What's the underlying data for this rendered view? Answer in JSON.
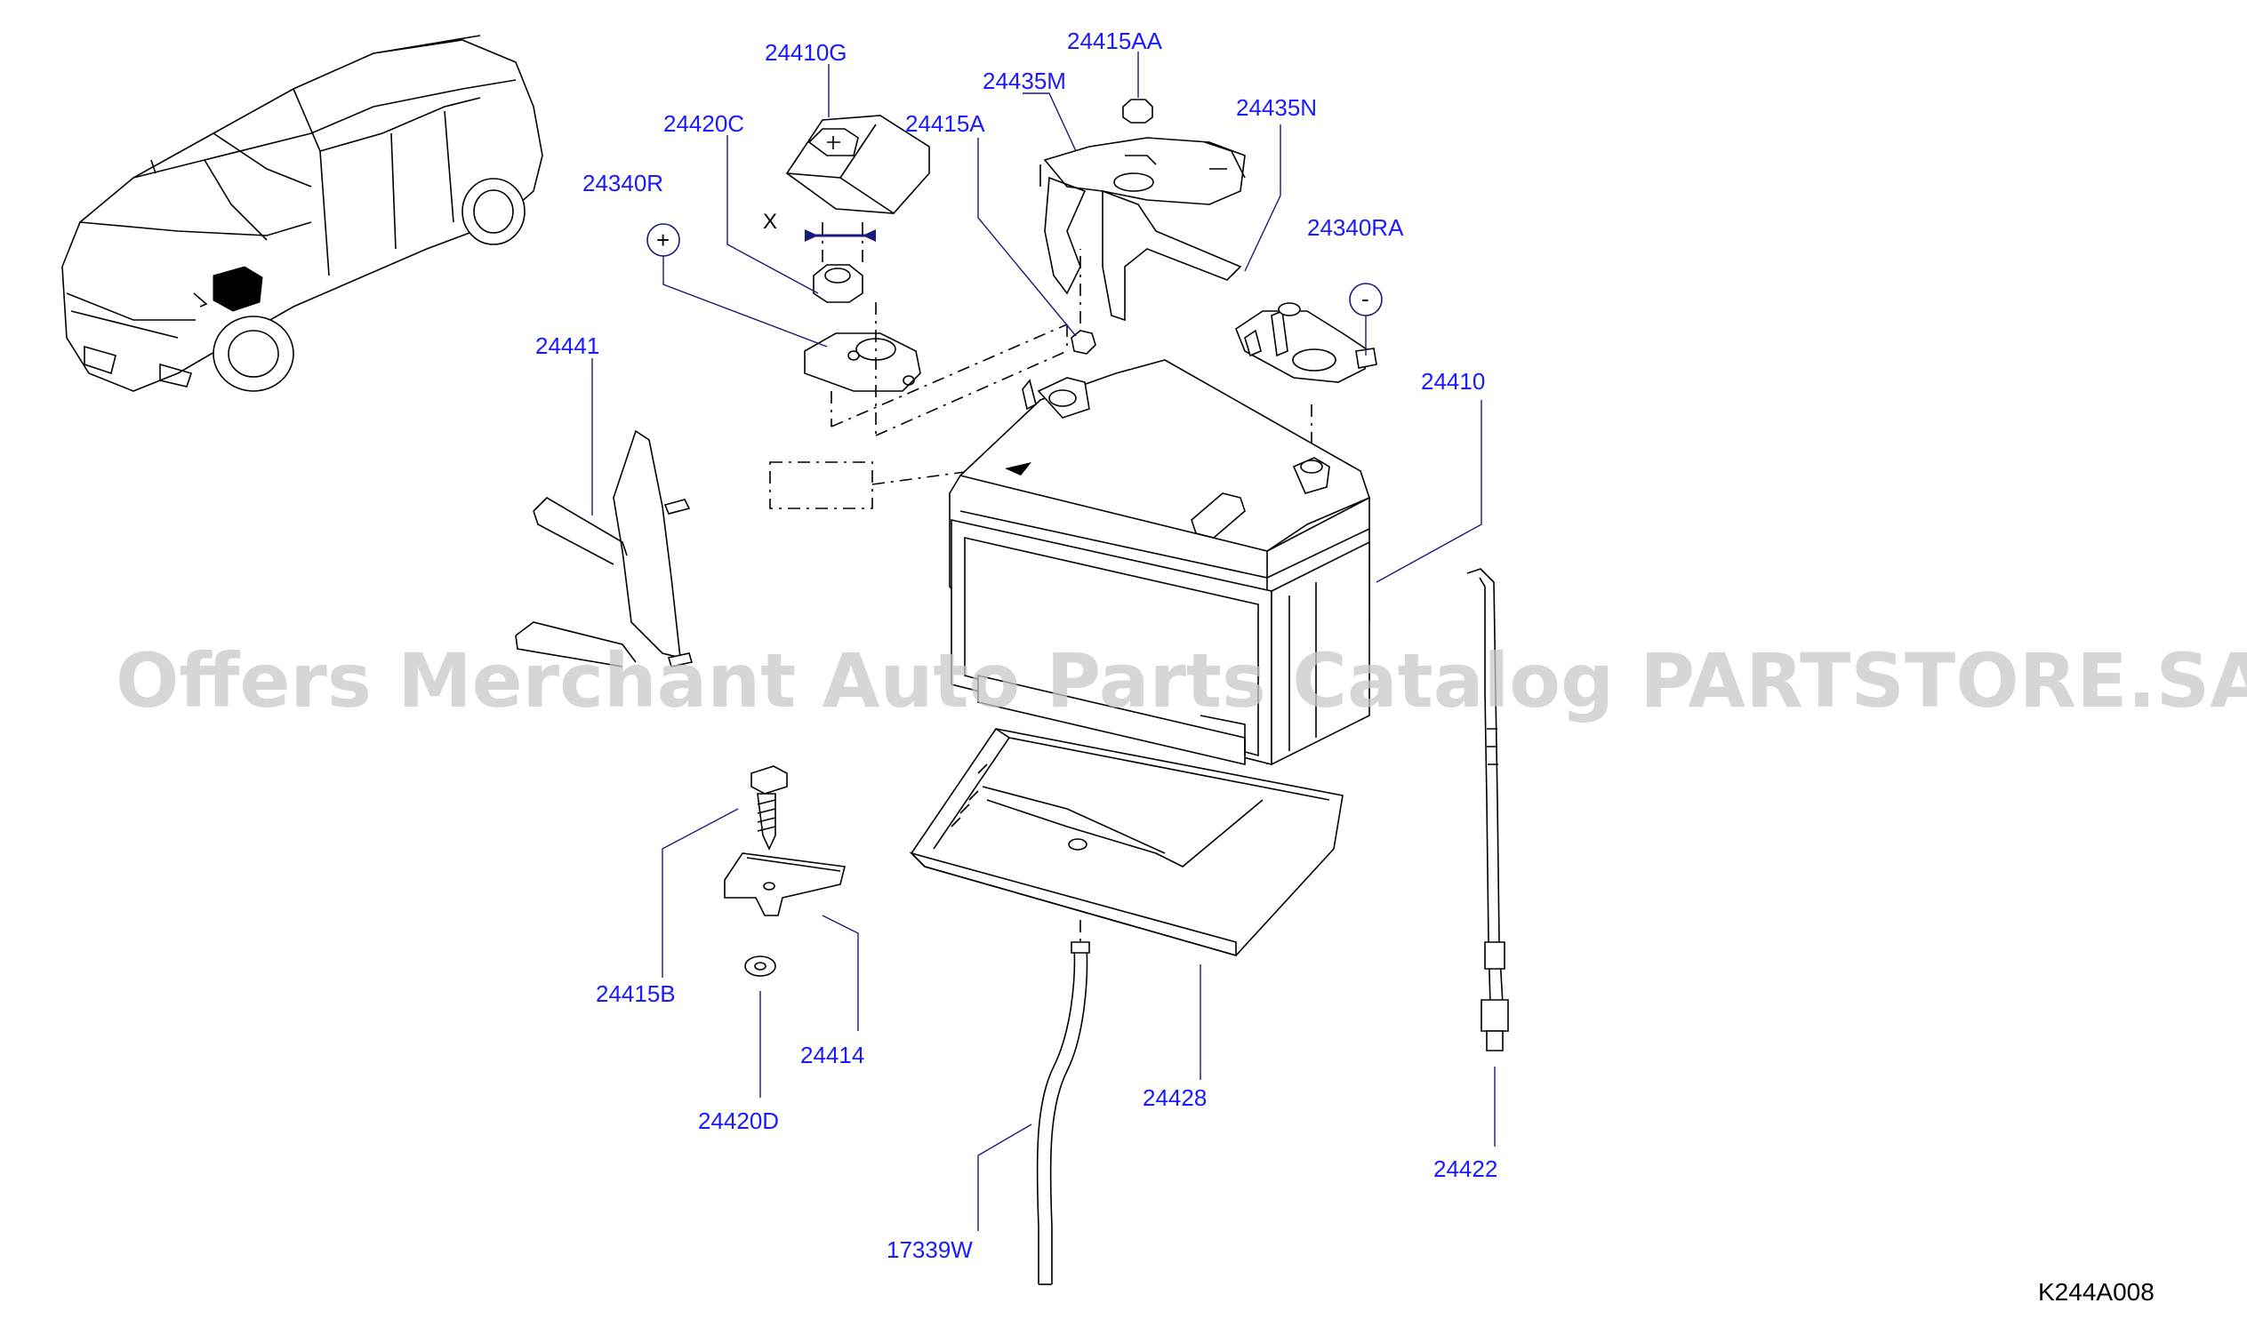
{
  "diagram": {
    "part_labels": {
      "p24410G": "24410G",
      "p24415AA": "24415AA",
      "p24435M": "24435M",
      "p24420C": "24420C",
      "p24415A": "24415A",
      "p24435N": "24435N",
      "p24340R": "24340R",
      "p24340RA": "24340RA",
      "p24441": "24441",
      "p24410": "24410",
      "p24415B": "24415B",
      "p24414": "24414",
      "p24420D": "24420D",
      "p24428": "24428",
      "p24422": "24422",
      "p17339W": "17339W"
    },
    "positive_symbol": "+",
    "negative_symbol": "-",
    "dimension_label": "X",
    "diagram_code": "K244A008",
    "watermark": "Offers Merchant Auto Parts Catalog PARTSTORE.SA",
    "colors": {
      "label": "#1a1aff",
      "leader": "#1a1a7a",
      "line": "#000000",
      "watermark": "#c8c8c8"
    }
  }
}
